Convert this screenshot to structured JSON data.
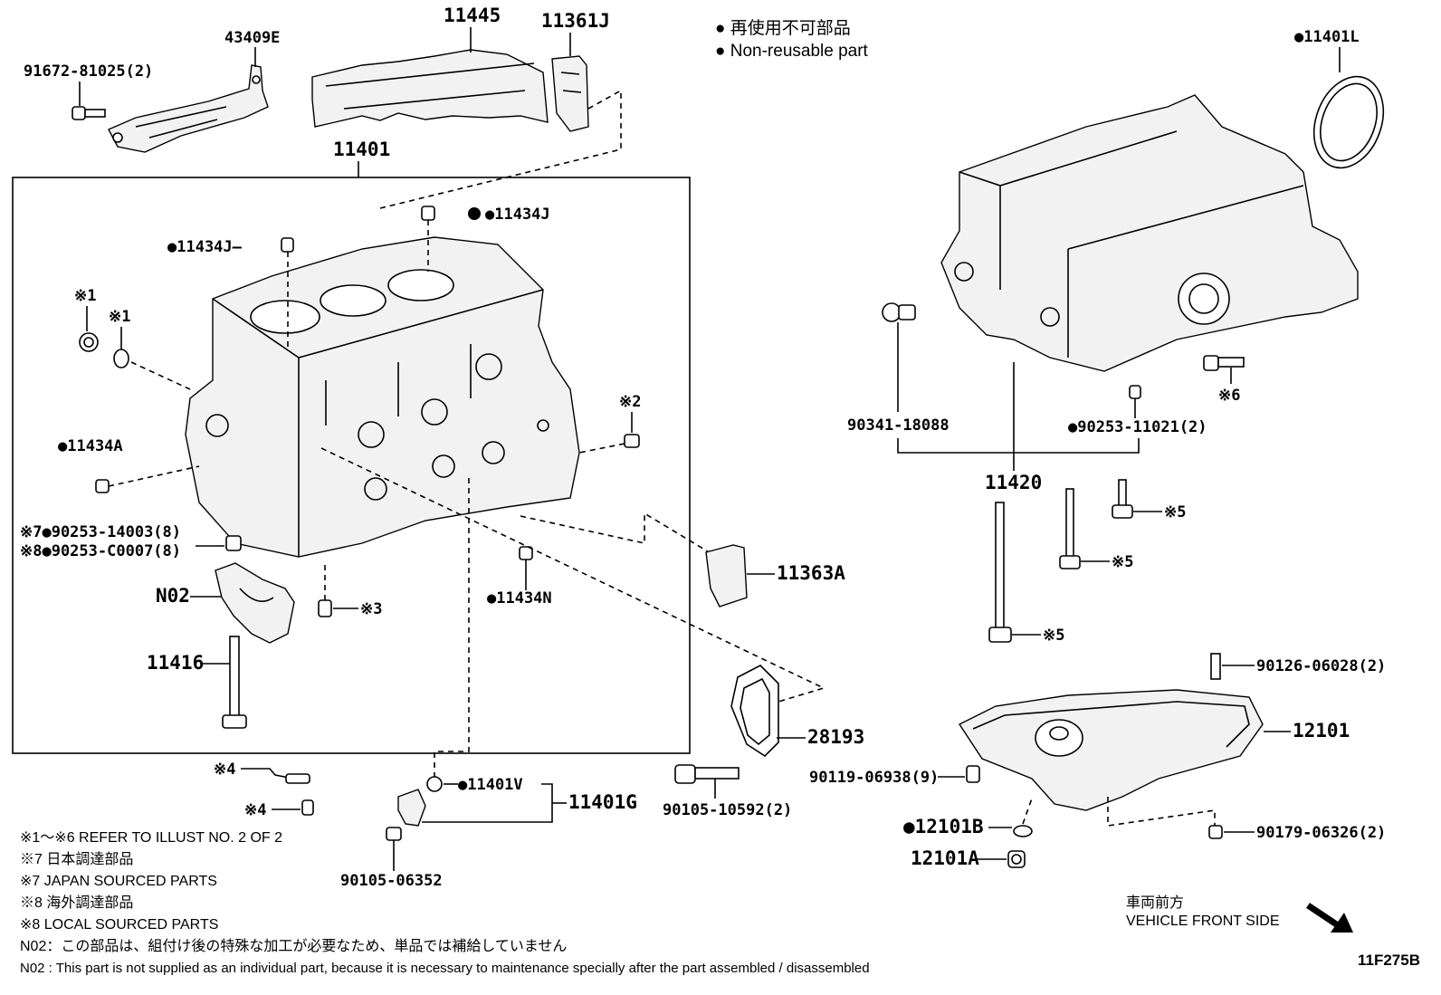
{
  "legend": {
    "line1": "● 再使用不可部品",
    "line2": "● Non-reusable part"
  },
  "parts": {
    "p43409E": "43409E",
    "p91672": "91672-81025(2)",
    "p11445": "11445",
    "p11361J": "11361J",
    "p11401L": "●11401L",
    "p11401": "11401",
    "p11434J_top": "●11434J",
    "p11434J_left": "●11434J—",
    "mark1a": "※1",
    "mark1b": "※1",
    "p11434A": "●11434A",
    "mark2": "※2",
    "p90253_14003": "※7●90253-14003(8)",
    "p90253_C0007": "※8●90253-C0007(8)",
    "pN02": "N02",
    "mark3": "※3",
    "p11434N": "●11434N",
    "p11416": "11416",
    "p11363A": "11363A",
    "p28193": "28193",
    "p90341": "90341-18088",
    "p90253_11021": "●90253-11021(2)",
    "mark6": "※6",
    "p11420": "11420",
    "mark5a": "※5",
    "mark5b": "※5",
    "mark5c": "※5",
    "p90126": "90126-06028(2)",
    "p12101": "12101",
    "p90119": "90119-06938(9)",
    "p12101B": "●12101B",
    "p90179": "90179-06326(2)",
    "p12101A": "12101A",
    "mark4a": "※4",
    "mark4b": "※4",
    "p11401V": "●11401V",
    "p11401G": "11401G",
    "p90105_10592": "90105-10592(2)",
    "p90105_06352": "90105-06352"
  },
  "notes": {
    "n1": "※1～※6  REFER TO ILLUST NO. 2 OF 2",
    "n2": "※7 日本調達部品",
    "n3": "※7 JAPAN SOURCED PARTS",
    "n4": "※8 海外調達部品",
    "n5": "※8 LOCAL SOURCED PARTS",
    "n6": "N02：この部品は、組付け後の特殊な加工が必要なため、単品では補給していません",
    "n7": "N02 : This part is not supplied as an individual part, because it is necessary to maintenance specially after the part assembled / disassembled"
  },
  "front": {
    "jp": "車両前方",
    "en": "VEHICLE FRONT SIDE"
  },
  "diagram_code": "11F275B"
}
